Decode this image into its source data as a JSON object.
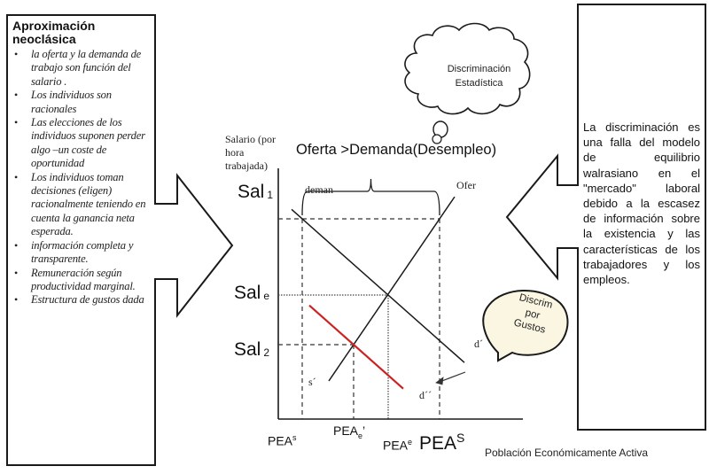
{
  "left_panel": {
    "title": "Aproximación neoclásica",
    "bullets": [
      "la oferta y la demanda de trabajo son función del salario .",
      "Los individuos son racionales",
      "Las elecciones de los individuos suponen perder algo –un coste de oportunidad",
      "Los individuos toman decisiones (eligen) racionalmente teniendo en cuenta la ganancia neta esperada.",
      "información completa y transparente.",
      "Remuneración según productividad marginal.",
      "Estructura de gustos dada"
    ]
  },
  "right_panel": {
    "text": "La discriminación es una  falla del modelo de equilibrio walrasiano en el \"mercado\" laboral debido a la escasez de información sobre la existencia y las características de los trabajadores y los empleos."
  },
  "thought_bubble": {
    "line1": "Discriminación",
    "line2": "Estadística"
  },
  "speech_bubble": {
    "line1": "Discrim",
    "line2": "por",
    "line3": "Gustos",
    "fill": "#fbf6e2"
  },
  "chart": {
    "title": "Oferta >Demanda(Desempleo)",
    "y_axis_label_line1": "Salario (por",
    "y_axis_label_line2": "hora trabajada)",
    "x_axis_label": "Población Económicamente Activa",
    "y_ticks": [
      {
        "main": "Sal",
        "sub": "1"
      },
      {
        "main": "Sal",
        "sub": "e"
      },
      {
        "main": "Sal",
        "sub": "2"
      }
    ],
    "x_ticks": {
      "pea_s_small": {
        "main": "PEA",
        "sup": "s"
      },
      "pea_e_prime": {
        "main": "PEA",
        "sub": "e",
        "suffix": "’"
      },
      "pea_e": {
        "main": "PEA",
        "sup": "e"
      },
      "pea_S_large": {
        "main": "PEA",
        "sup": "S"
      }
    },
    "curve_labels": {
      "demand": "deman",
      "supply": "Ofer",
      "supply_shifted": "s´",
      "demand_prime": "d´",
      "demand_double_prime": "d´´"
    },
    "colors": {
      "line": "#1a1a1a",
      "shifted_demand": "#cc2222"
    }
  },
  "chart_data": {
    "type": "line",
    "title": "Oferta >Demanda(Desempleo)",
    "xlabel": "Población Económicamente Activa",
    "ylabel": "Salario (por hora trabajada)",
    "y_levels": [
      "Sal 1",
      "Sal e",
      "Sal 2"
    ],
    "x_levels": [
      "PEA s",
      "PEA e'",
      "PEA e",
      "PEA S"
    ],
    "series": [
      {
        "name": "deman (d´)",
        "description": "downward-sloping demand",
        "points": [
          [
            "start",
            "above Sal 1"
          ],
          [
            "PEA s",
            "Sal 1"
          ],
          [
            "PEA e",
            "Sal e"
          ],
          [
            "end",
            "below Sal 2"
          ]
        ]
      },
      {
        "name": "Ofer",
        "description": "upward-sloping supply",
        "points": [
          [
            "start",
            "below Sal 2"
          ],
          [
            "PEA e'",
            "Sal 2"
          ],
          [
            "PEA e",
            "Sal e"
          ],
          [
            "PEA S",
            "Sal 1"
          ],
          [
            "end",
            "above Sal 1"
          ]
        ]
      },
      {
        "name": "d´´",
        "description": "shifted demand (red), parallel and left of d´",
        "points": [
          [
            "near PEA s",
            "just below Sal e"
          ],
          [
            "PEA e'",
            "Sal 2"
          ],
          [
            "end",
            "below Sal 2"
          ]
        ]
      }
    ],
    "annotations": [
      "Bracket spanning PEA s to PEA S at Sal 1 (unemployment gap)",
      "Arrow from d´ to d´´ showing demand shift left",
      "Thought bubble: Discriminación Estadística",
      "Speech bubble: Discrim por Gustos"
    ]
  }
}
